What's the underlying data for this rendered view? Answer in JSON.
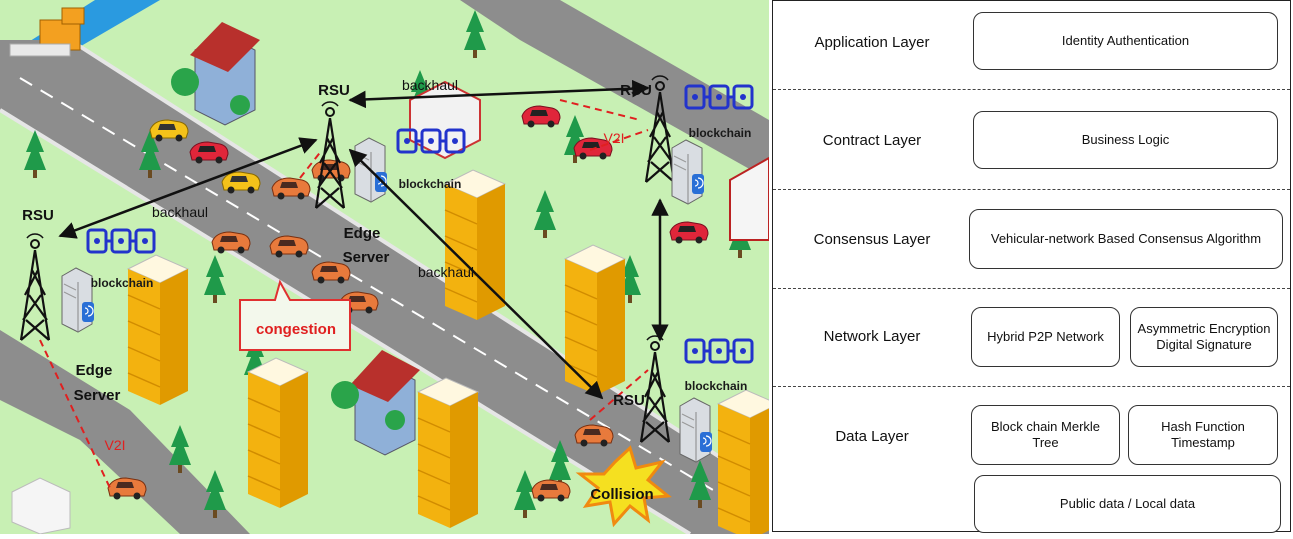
{
  "scene": {
    "rsu_label": "RSU",
    "backhaul_label": "backhaul",
    "blockchain_label": "blockchain",
    "edge_server_line1": "Edge",
    "edge_server_line2": "Server",
    "v2i_label": "V2I",
    "congestion_label": "congestion",
    "collision_label": "Collision",
    "colors": {
      "grass": "#c8f0b4",
      "road": "#8a8a8a",
      "river": "#2a9ae0",
      "building": "#f5b914",
      "chain": "#2233cc",
      "arrow": "#111111",
      "v2i": "#e02020",
      "car": "#e87a3c"
    }
  },
  "layers": {
    "application": {
      "name": "Application Layer",
      "boxes": [
        "Identity Authentication"
      ]
    },
    "contract": {
      "name": "Contract Layer",
      "boxes": [
        "Business Logic"
      ]
    },
    "consensus": {
      "name": "Consensus Layer",
      "boxes": [
        "Vehicular-network Based Consensus Algorithm"
      ]
    },
    "network": {
      "name": "Network Layer",
      "boxes": [
        "Hybrid P2P Network",
        "Asymmetric Encryption Digital Signature"
      ]
    },
    "data": {
      "name": "Data Layer",
      "boxes": [
        "Block chain Merkle Tree",
        "Hash Function Timestamp",
        "Public data / Local data"
      ]
    }
  }
}
